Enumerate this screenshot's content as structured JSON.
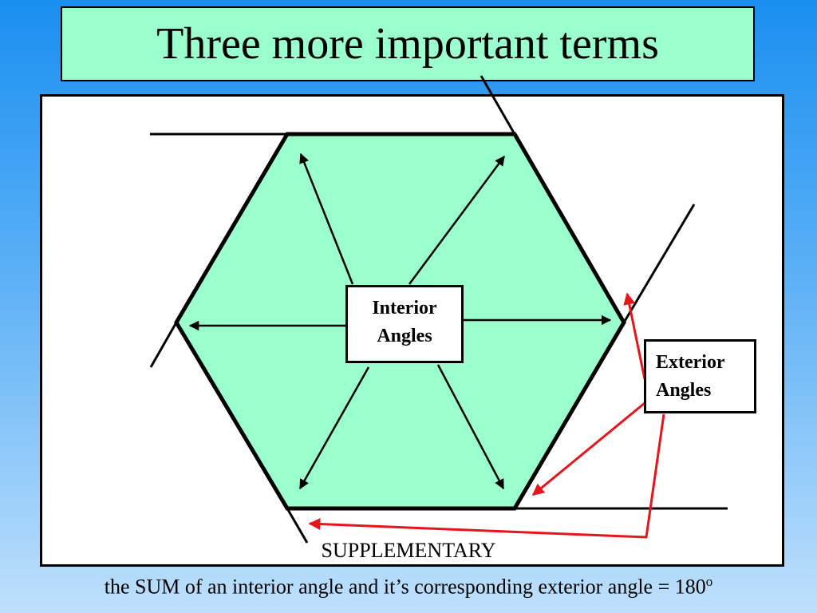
{
  "slide": {
    "title": "Three more important terms",
    "labels": {
      "interior_line1": "Interior",
      "interior_line2": "Angles",
      "exterior_line1": "Exterior",
      "exterior_line2": "Angles"
    },
    "term": "SUPPLEMENTARY",
    "definition": "the SUM of an interior angle and it’s corresponding exterior angle = 180",
    "definition_superscript": "o"
  },
  "colors": {
    "background_top": "#1a8ff0",
    "title_fill": "#9affcc",
    "hexagon_fill": "#9affcc",
    "arrow_red": "#e8141c"
  },
  "icons": {
    "hexagon": "hexagon-shape",
    "arrows": "arrow-icon"
  }
}
